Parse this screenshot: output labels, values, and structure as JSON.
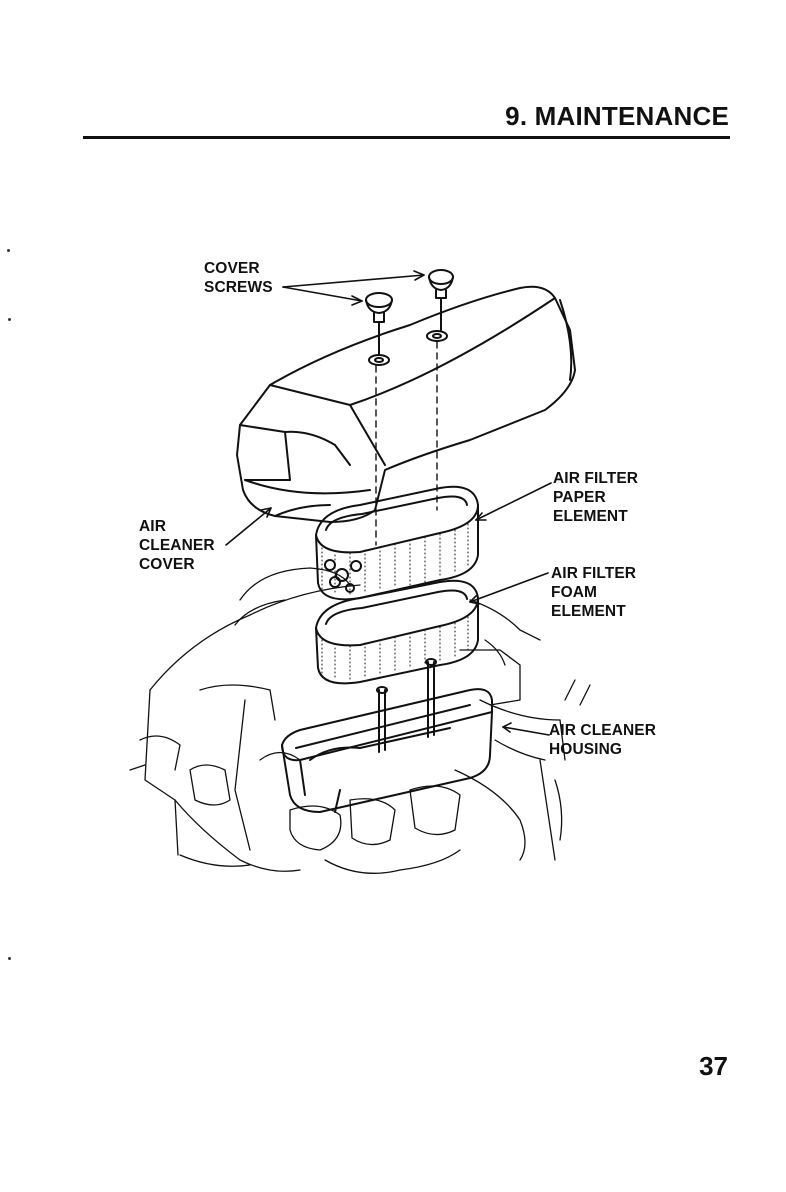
{
  "header": {
    "section_title": "9. MAINTENANCE"
  },
  "diagram": {
    "labels": {
      "cover_screws": [
        "COVER",
        "SCREWS"
      ],
      "air_cleaner_cover": [
        "AIR",
        "CLEANER",
        "COVER"
      ],
      "paper_element": [
        "AIR FILTER",
        "PAPER",
        "ELEMENT"
      ],
      "foam_element": [
        "AIR FILTER",
        "FOAM",
        "ELEMENT"
      ],
      "housing": [
        "AIR CLEANER",
        "HOUSING"
      ]
    }
  },
  "footer": {
    "page_number": "37"
  }
}
